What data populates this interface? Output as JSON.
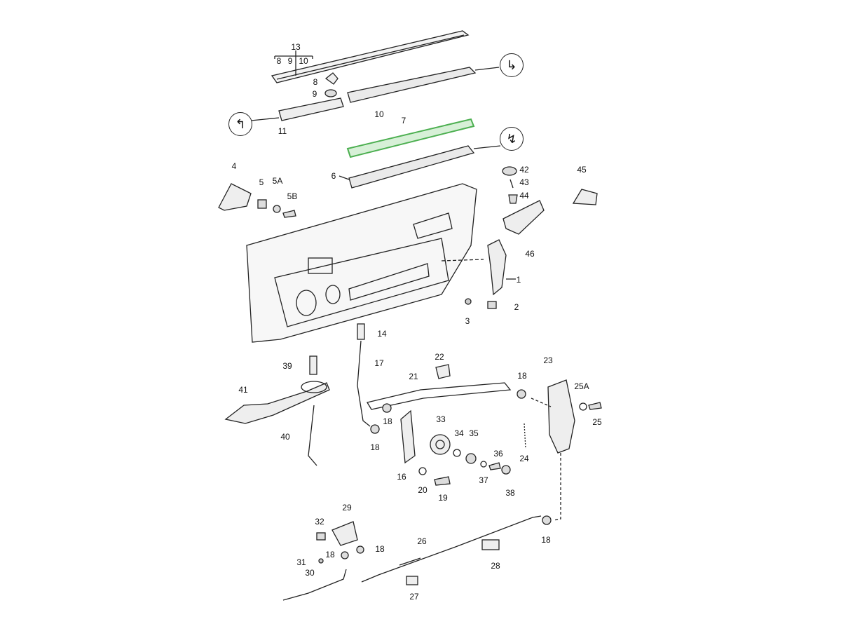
{
  "diagram": {
    "highlight_color": "#4caf50",
    "labels": [
      "13",
      "8",
      "9",
      "10",
      "8",
      "9",
      "10",
      "11",
      "7",
      "6",
      "4",
      "5",
      "5A",
      "5B",
      "42",
      "43",
      "44",
      "45",
      "46",
      "1",
      "2",
      "3",
      "14",
      "17",
      "39",
      "41",
      "40",
      "22",
      "21",
      "18",
      "23",
      "25A",
      "25",
      "18",
      "18",
      "33",
      "34",
      "35",
      "36",
      "24",
      "37",
      "38",
      "16",
      "20",
      "19",
      "29",
      "32",
      "26",
      "18",
      "18",
      "31",
      "30",
      "28",
      "18",
      "27"
    ],
    "symbols": [
      "tool-symbol-a",
      "tool-symbol-b",
      "tool-symbol-c"
    ]
  }
}
